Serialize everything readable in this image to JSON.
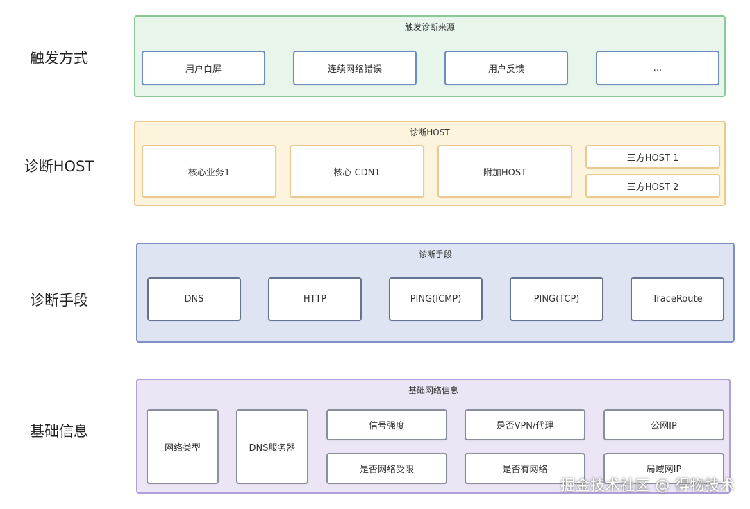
{
  "rows": [
    {
      "label": "触发方式",
      "title": "触发诊断来源",
      "items": [
        "用户白屏",
        "连续网络错误",
        "用户反馈",
        "..."
      ]
    },
    {
      "label": "诊断HOST",
      "title": "诊断HOST",
      "items": [
        "核心业务1",
        "核心 CDN1",
        "附加HOST",
        "三方HOST 1",
        "三方HOST 2"
      ]
    },
    {
      "label": "诊断手段",
      "title": "诊断手段",
      "items": [
        "DNS",
        "HTTP",
        "PING(ICMP)",
        "PING(TCP)",
        "TraceRoute"
      ]
    },
    {
      "label": "基础信息",
      "title": "基础网络信息",
      "items": [
        "网络类型",
        "DNS服务器",
        "信号强度",
        "是否VPN/代理",
        "公网IP",
        "是否网络受限",
        "是否有网络",
        "局域网IP"
      ]
    }
  ],
  "watermark": "掘金技术社区 @ 得物技术",
  "colors": {
    "trigger_panel": "#e8f5ea",
    "host_panel": "#fdf4de",
    "method_panel": "#dfe4f3",
    "info_panel": "#ebe5f6"
  }
}
